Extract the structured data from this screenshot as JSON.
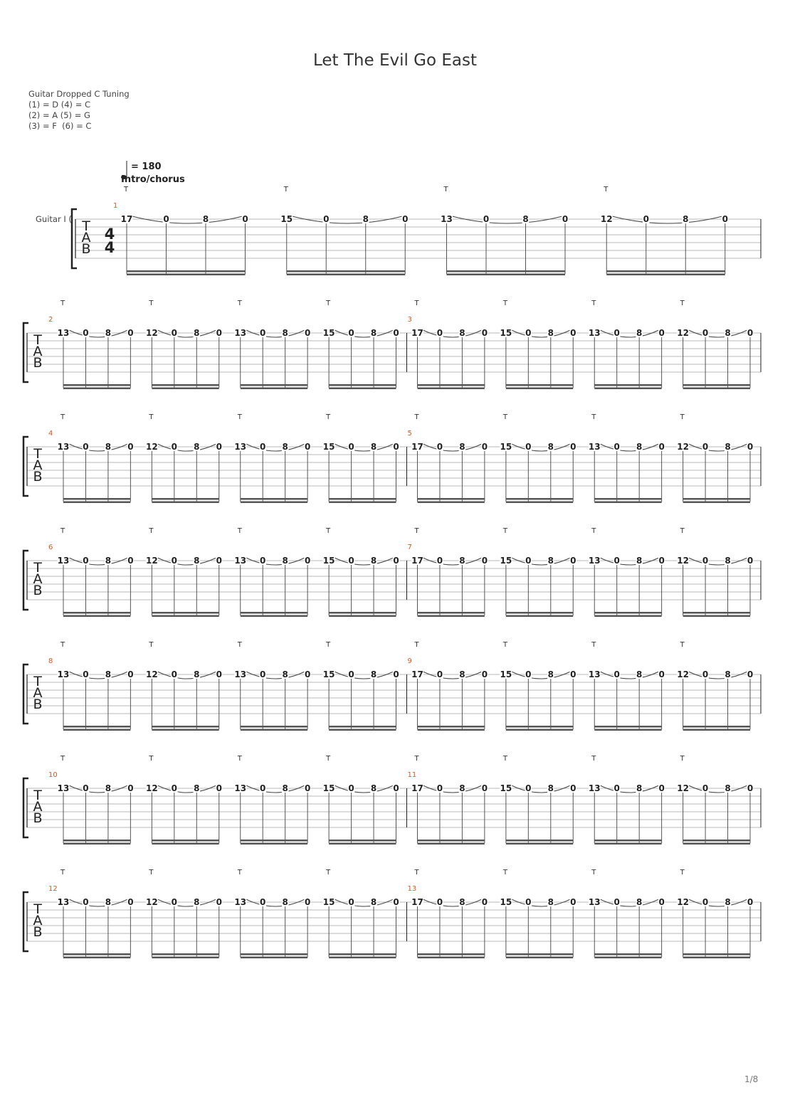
{
  "title": "Let The Evil Go East",
  "tuning": {
    "name": "Guitar Dropped C Tuning",
    "lines": [
      "(1) = D (4) = C",
      "(2) = A (5) = G",
      "(3) = F  (6) = C"
    ]
  },
  "tempo": "= 180",
  "section": "Intro/chorus",
  "instrument": "Guitar I (",
  "time_signature": [
    "4",
    "4"
  ],
  "tab_letters": [
    "T",
    "A",
    "B"
  ],
  "tap_mark": "T",
  "page_number": "1/8",
  "measures": [
    {
      "number": "1",
      "groups": [
        [
          "17",
          "0",
          "8",
          "0"
        ],
        [
          "15",
          "0",
          "8",
          "0"
        ],
        [
          "13",
          "0",
          "8",
          "0"
        ],
        [
          "12",
          "0",
          "8",
          "0"
        ]
      ]
    },
    {
      "number": "2",
      "groups": [
        [
          "13",
          "0",
          "8",
          "0"
        ],
        [
          "12",
          "0",
          "8",
          "0"
        ],
        [
          "13",
          "0",
          "8",
          "0"
        ],
        [
          "15",
          "0",
          "8",
          "0"
        ]
      ]
    },
    {
      "number": "3",
      "groups": [
        [
          "17",
          "0",
          "8",
          "0"
        ],
        [
          "15",
          "0",
          "8",
          "0"
        ],
        [
          "13",
          "0",
          "8",
          "0"
        ],
        [
          "12",
          "0",
          "8",
          "0"
        ]
      ]
    },
    {
      "number": "4",
      "groups": [
        [
          "13",
          "0",
          "8",
          "0"
        ],
        [
          "12",
          "0",
          "8",
          "0"
        ],
        [
          "13",
          "0",
          "8",
          "0"
        ],
        [
          "15",
          "0",
          "8",
          "0"
        ]
      ]
    },
    {
      "number": "5",
      "groups": [
        [
          "17",
          "0",
          "8",
          "0"
        ],
        [
          "15",
          "0",
          "8",
          "0"
        ],
        [
          "13",
          "0",
          "8",
          "0"
        ],
        [
          "12",
          "0",
          "8",
          "0"
        ]
      ]
    },
    {
      "number": "6",
      "groups": [
        [
          "13",
          "0",
          "8",
          "0"
        ],
        [
          "12",
          "0",
          "8",
          "0"
        ],
        [
          "13",
          "0",
          "8",
          "0"
        ],
        [
          "15",
          "0",
          "8",
          "0"
        ]
      ]
    },
    {
      "number": "7",
      "groups": [
        [
          "17",
          "0",
          "8",
          "0"
        ],
        [
          "15",
          "0",
          "8",
          "0"
        ],
        [
          "13",
          "0",
          "8",
          "0"
        ],
        [
          "12",
          "0",
          "8",
          "0"
        ]
      ]
    },
    {
      "number": "8",
      "groups": [
        [
          "13",
          "0",
          "8",
          "0"
        ],
        [
          "12",
          "0",
          "8",
          "0"
        ],
        [
          "13",
          "0",
          "8",
          "0"
        ],
        [
          "15",
          "0",
          "8",
          "0"
        ]
      ]
    },
    {
      "number": "9",
      "groups": [
        [
          "17",
          "0",
          "8",
          "0"
        ],
        [
          "15",
          "0",
          "8",
          "0"
        ],
        [
          "13",
          "0",
          "8",
          "0"
        ],
        [
          "12",
          "0",
          "8",
          "0"
        ]
      ]
    },
    {
      "number": "10",
      "groups": [
        [
          "13",
          "0",
          "8",
          "0"
        ],
        [
          "12",
          "0",
          "8",
          "0"
        ],
        [
          "13",
          "0",
          "8",
          "0"
        ],
        [
          "15",
          "0",
          "8",
          "0"
        ]
      ]
    },
    {
      "number": "11",
      "groups": [
        [
          "17",
          "0",
          "8",
          "0"
        ],
        [
          "15",
          "0",
          "8",
          "0"
        ],
        [
          "13",
          "0",
          "8",
          "0"
        ],
        [
          "12",
          "0",
          "8",
          "0"
        ]
      ]
    },
    {
      "number": "12",
      "groups": [
        [
          "13",
          "0",
          "8",
          "0"
        ],
        [
          "12",
          "0",
          "8",
          "0"
        ],
        [
          "13",
          "0",
          "8",
          "0"
        ],
        [
          "15",
          "0",
          "8",
          "0"
        ]
      ]
    },
    {
      "number": "13",
      "groups": [
        [
          "17",
          "0",
          "8",
          "0"
        ],
        [
          "15",
          "0",
          "8",
          "0"
        ],
        [
          "13",
          "0",
          "8",
          "0"
        ],
        [
          "12",
          "0",
          "8",
          "0"
        ]
      ]
    }
  ],
  "colors": {
    "measure_number": "#e0561d",
    "staff_line": "#b8b8b8",
    "ink": "#222222"
  }
}
